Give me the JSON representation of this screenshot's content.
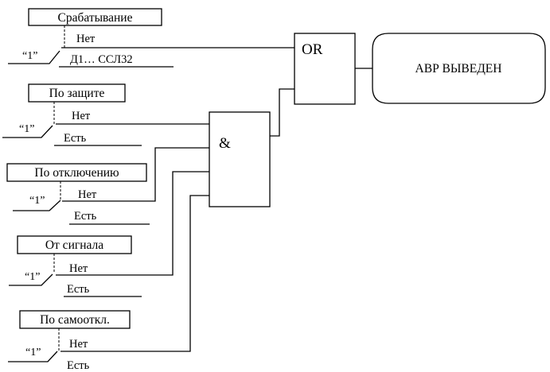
{
  "switch_value": "“1”",
  "signals": [
    {
      "label": "Срабатывание",
      "options": [
        "Нет",
        "Д1… ССЛ32"
      ]
    },
    {
      "label": "По защите",
      "options": [
        "Нет",
        "Есть"
      ]
    },
    {
      "label": "По отключению",
      "options": [
        "Нет",
        "Есть"
      ]
    },
    {
      "label": "От сигнала",
      "options": [
        "Нет",
        "Есть"
      ]
    },
    {
      "label": "По самооткл.",
      "options": [
        "Нет",
        "Есть"
      ]
    }
  ],
  "gates": {
    "and_symbol": "&",
    "or_symbol": "OR"
  },
  "output": {
    "label": "АВР ВЫВЕДЕН"
  }
}
